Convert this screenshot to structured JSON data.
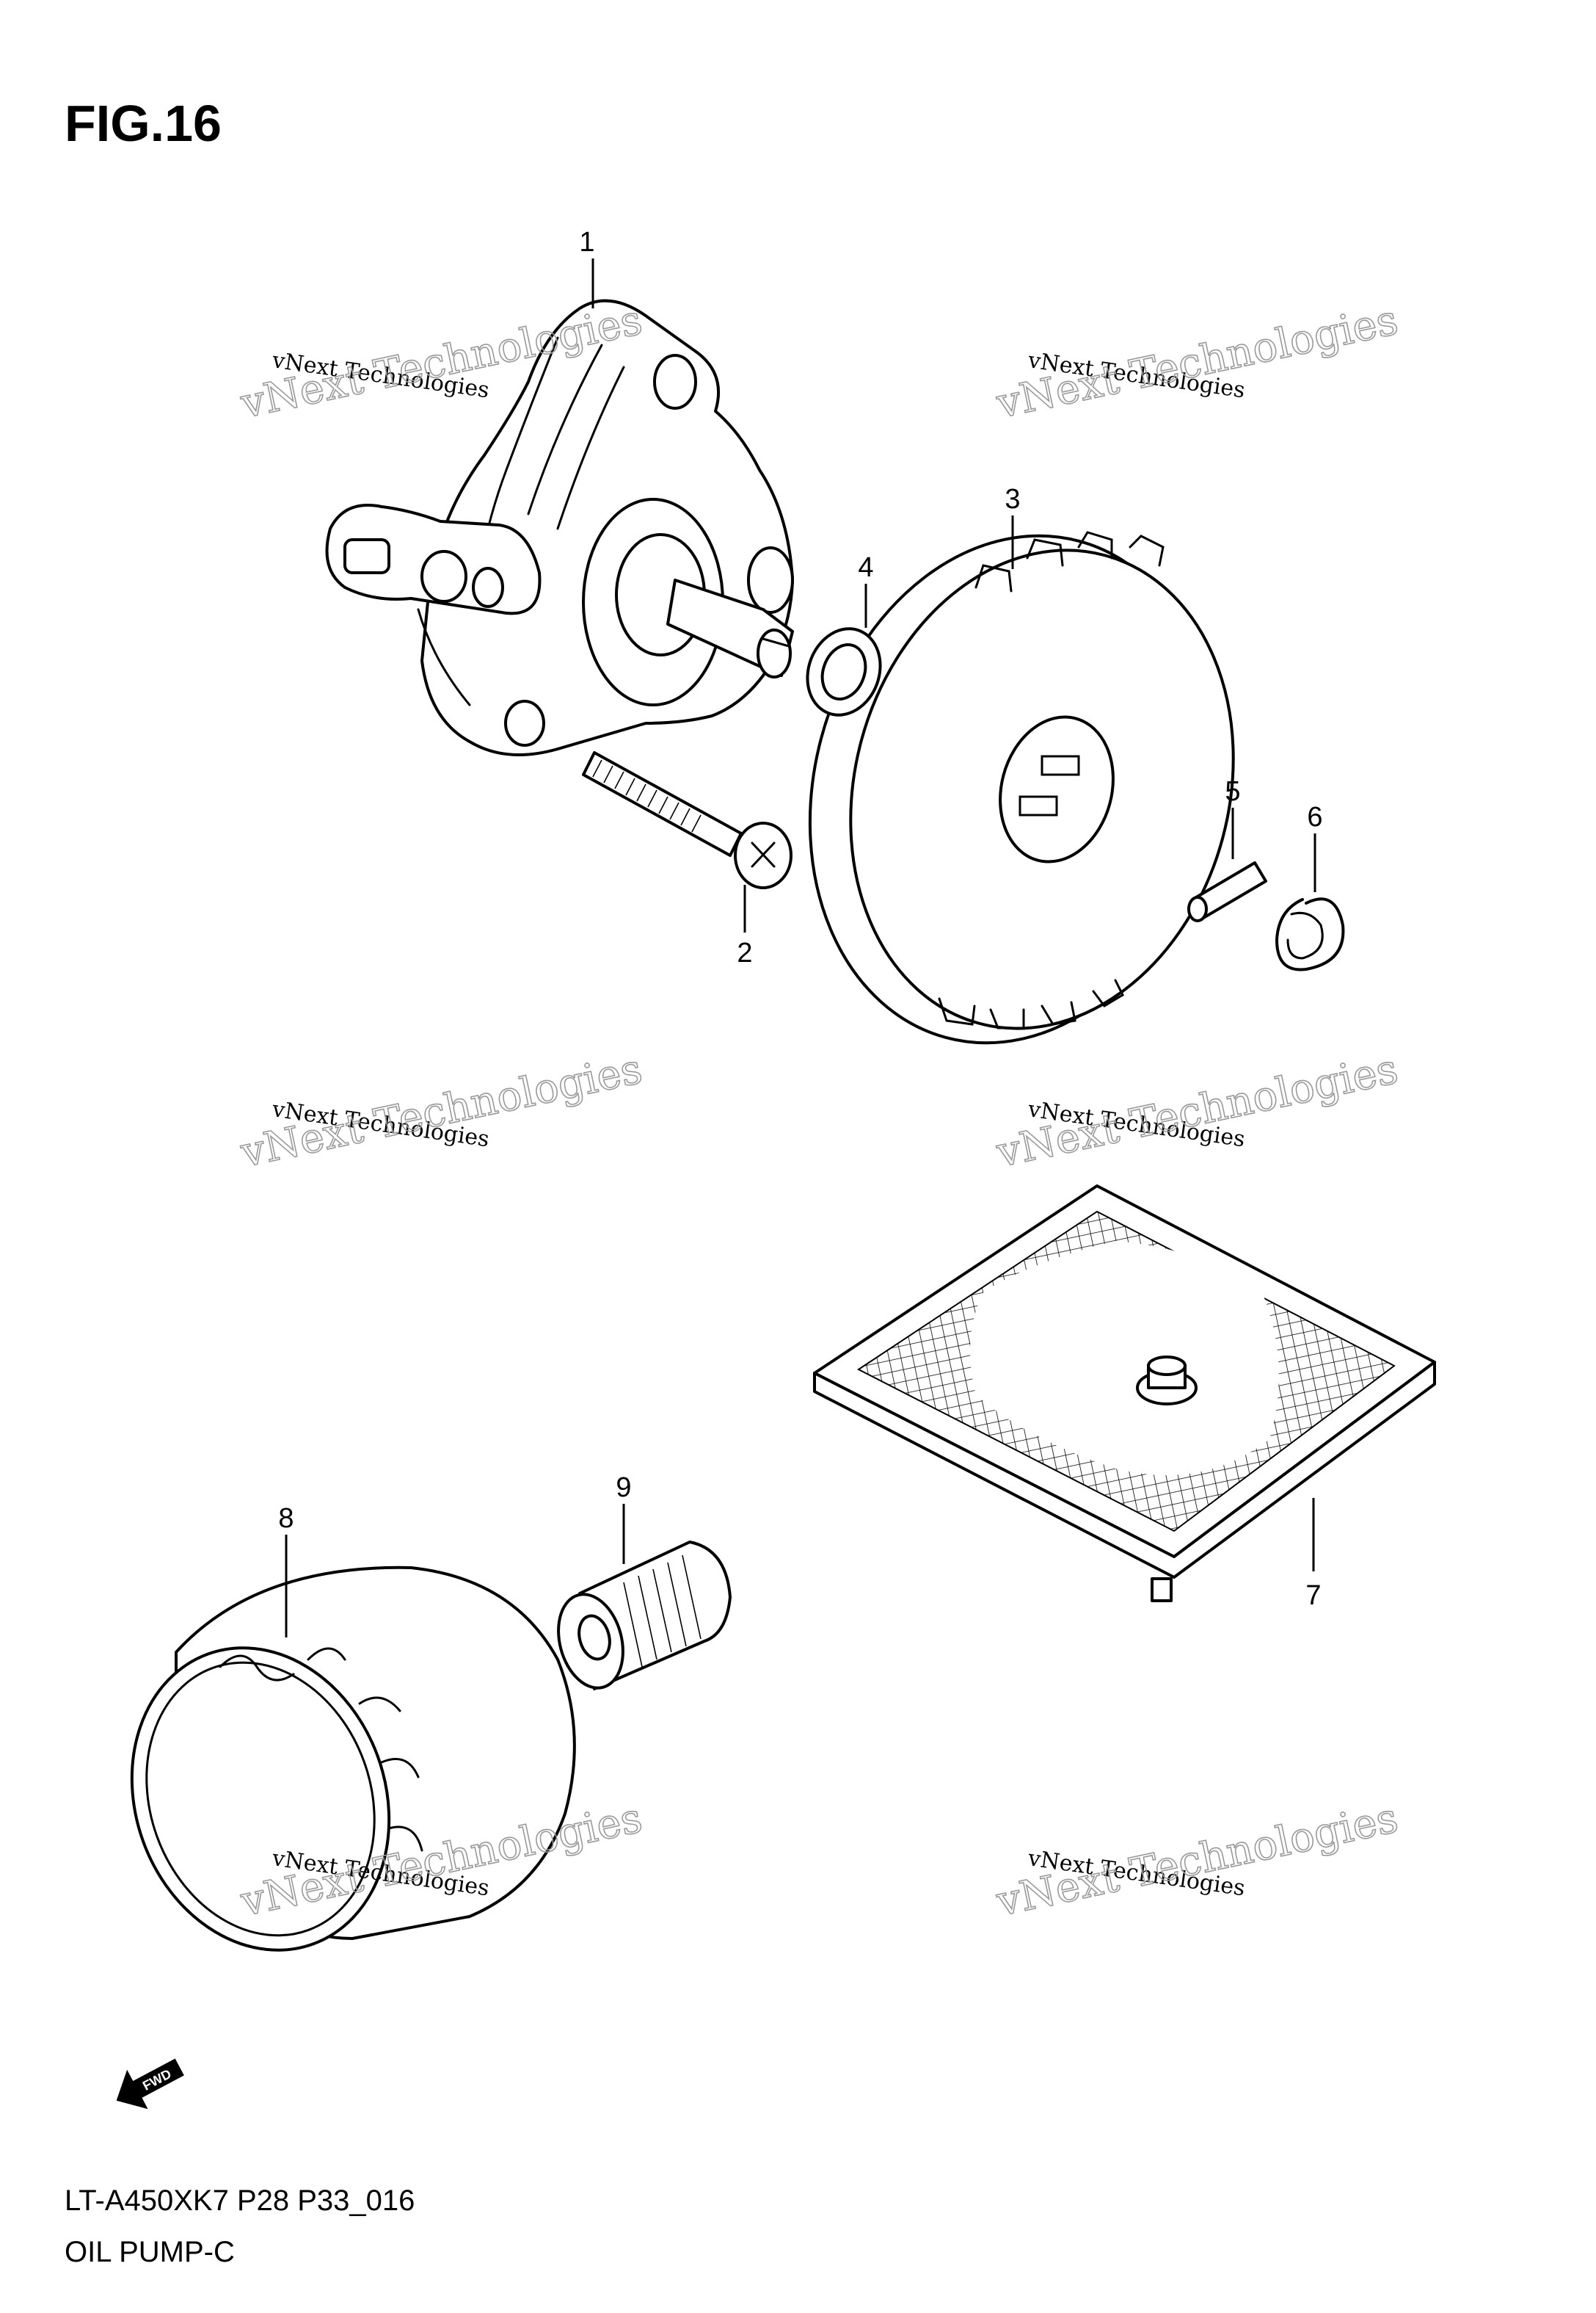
{
  "figure": {
    "title": "FIG.16"
  },
  "callouts": [
    "1",
    "2",
    "3",
    "4",
    "5",
    "6",
    "7",
    "8",
    "9"
  ],
  "watermark": {
    "line1": "vNext Technologies",
    "line2": "vNext Technologies"
  },
  "fwd_icon": {
    "label": "FWD",
    "icon": "forward-arrow-icon"
  },
  "footer": {
    "model_code": "LT-A450XK7 P28 P33_016",
    "section_name": "OIL PUMP-C"
  }
}
